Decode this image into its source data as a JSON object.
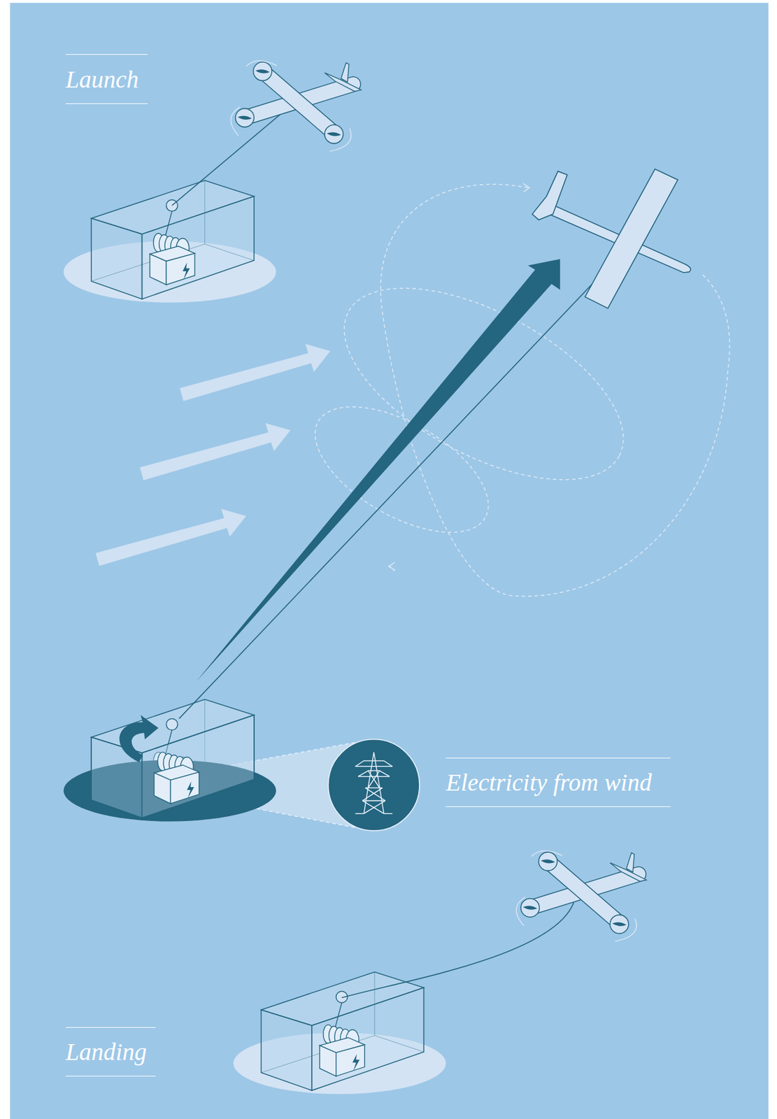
{
  "diagram": {
    "labels": [
      "Launch",
      "Electricity from wind",
      "Landing"
    ]
  }
}
